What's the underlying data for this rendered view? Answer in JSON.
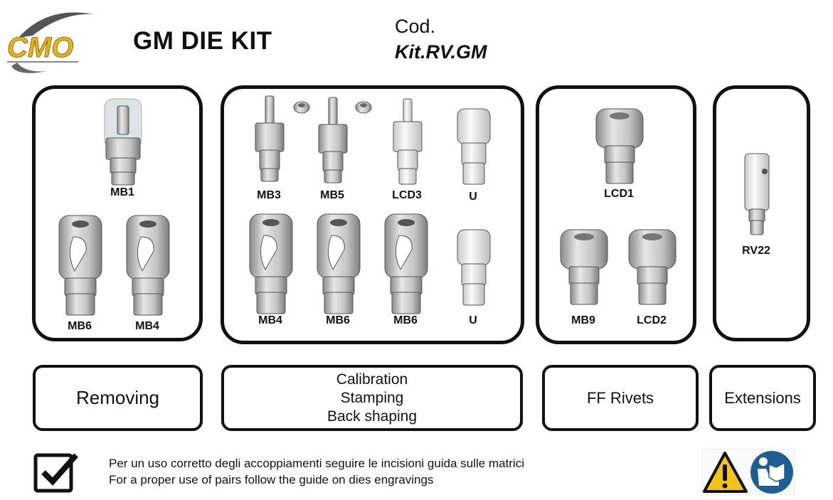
{
  "header": {
    "logo_text": "CMO",
    "title": "GM DIE KIT",
    "code_label": "Cod.",
    "code_value": "Kit.RV.GM"
  },
  "groups": [
    {
      "dies": [
        "MB1",
        "MB6",
        "MB4"
      ],
      "label": "Removing"
    },
    {
      "dies": [
        "MB3",
        "MB5",
        "LCD3",
        "U",
        "MB4",
        "MB6",
        "MB6",
        "U"
      ],
      "label_lines": [
        "Calibration",
        "Stamping",
        "Back shaping"
      ]
    },
    {
      "dies": [
        "LCD1",
        "MB9",
        "LCD2"
      ],
      "label": "FF Rivets"
    },
    {
      "dies": [
        "RV22"
      ],
      "label": "Extensions"
    }
  ],
  "footer": {
    "note_it": "Per un uso corretto degli accoppiamenti seguire le incisioni guida sulle matrici",
    "note_en": "For a proper use of pairs follow the guide on dies engravings",
    "icons": [
      "checkbox-checked-icon",
      "warning-icon",
      "read-manual-icon"
    ]
  },
  "colors": {
    "logo_yellow": "#e8b21c",
    "warning_yellow": "#f3c21b",
    "manual_blue": "#1f5e93",
    "die_grey": "#b9b9b9"
  }
}
